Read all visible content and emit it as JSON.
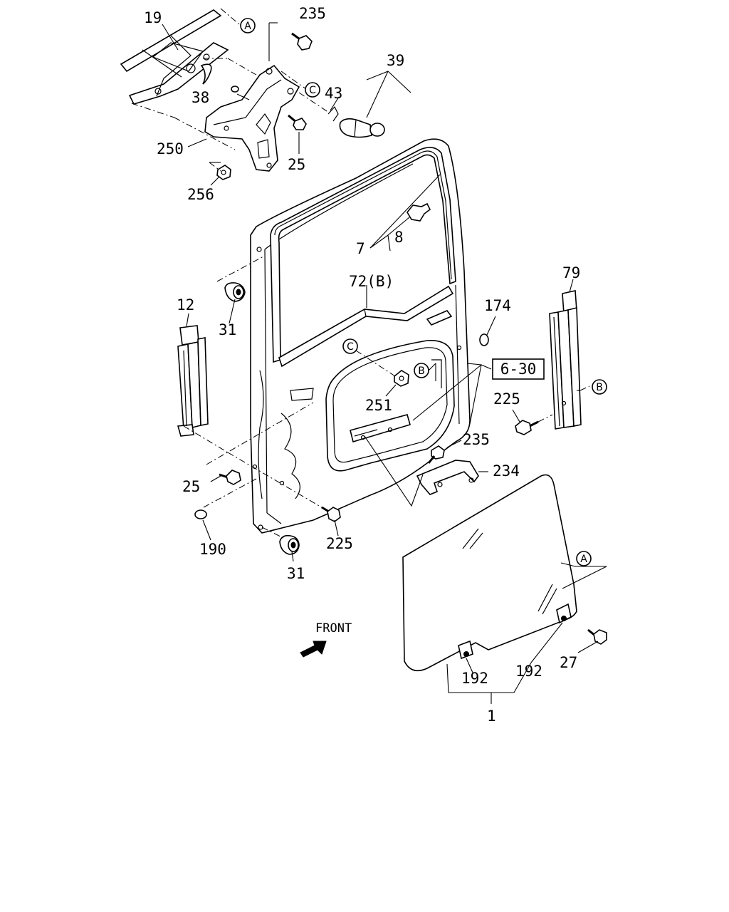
{
  "labels": {
    "p19": "19",
    "p235a": "235",
    "p39": "39",
    "p43": "43",
    "p38": "38",
    "p250": "250",
    "p25a": "25",
    "p256": "256",
    "p7": "7",
    "p8": "8",
    "p72b": "72(B)",
    "p174": "174",
    "p12": "12",
    "p31a": "31",
    "p79": "79",
    "p6_30": "6-30",
    "p251": "251",
    "p225a": "225",
    "p235b": "235",
    "p234": "234",
    "p25b": "25",
    "p225b": "225",
    "p190": "190",
    "p31b": "31",
    "p192a": "192",
    "p192b": "192",
    "p27": "27",
    "p1": "1",
    "front": "FRONT"
  },
  "refs": {
    "a": "A",
    "b": "B",
    "c": "C"
  }
}
